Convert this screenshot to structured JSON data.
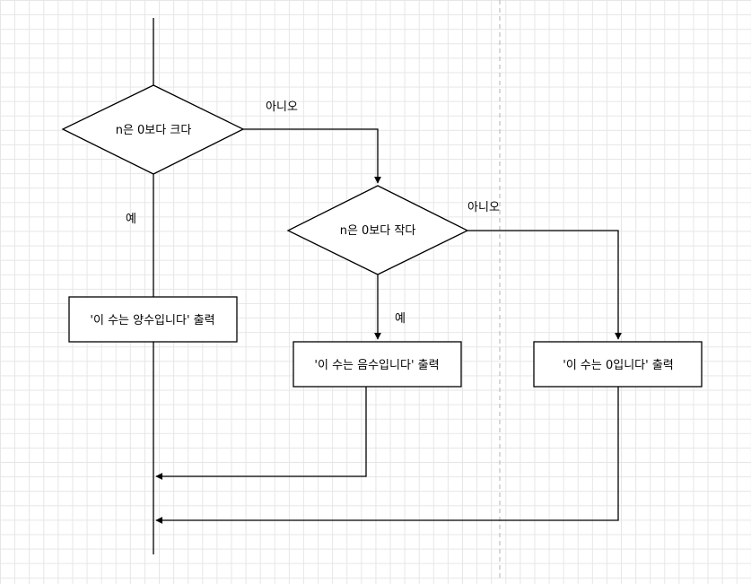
{
  "diagram": {
    "decision_1": {
      "label": "n은 0보다 크다"
    },
    "decision_2": {
      "label": "n은 0보다 작다"
    },
    "process_positive": {
      "label": "'이 수는 양수입니다'  출력"
    },
    "process_negative": {
      "label": "'이 수는 음수입니다' 출력"
    },
    "process_zero": {
      "label": "'이 수는 0입니다' 출력"
    },
    "edge_labels": {
      "d1_no": "아니오",
      "d1_yes": "예",
      "d2_no": "아니오",
      "d2_yes": "예"
    }
  }
}
